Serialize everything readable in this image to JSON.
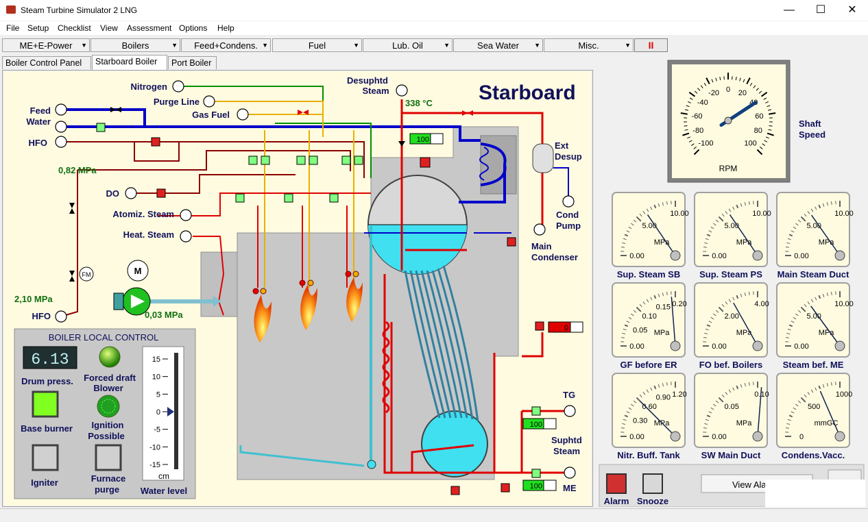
{
  "window": {
    "title": "Steam Turbine Simulator 2 LNG",
    "minimize_glyph": "—",
    "maximize_glyph": "☐",
    "close_glyph": "✕"
  },
  "menu": [
    "File",
    "Setup",
    "Checklist",
    "View",
    "Assessment",
    "Options",
    "Help"
  ],
  "toolbar": {
    "items": [
      "ME+E-Power",
      "Boilers",
      "Feed+Condens.",
      "Fuel",
      "Lub. Oil",
      "Sea Water",
      "Misc."
    ],
    "pause_glyph": "II"
  },
  "tabs": [
    "Boiler Control Panel",
    "Starboard Boiler",
    "Port Boiler"
  ],
  "diagram": {
    "heading": "Starboard",
    "labels": {
      "nitrogen": "Nitrogen",
      "purge_line": "Purge Line",
      "gas_fuel": "Gas Fuel",
      "feed_water": [
        "Feed",
        "Water"
      ],
      "hfo": "HFO",
      "hfo2": "HFO",
      "do": "DO",
      "atomiz_steam": "Atomiz. Steam",
      "heat_steam": "Heat. Steam",
      "desuphtd_steam": [
        "Desuphtd",
        "Steam"
      ],
      "ext_desup": [
        "Ext",
        "Desup"
      ],
      "cond_pump": [
        "Cond",
        "Pump"
      ],
      "main_condenser": [
        "Main",
        "Condenser"
      ],
      "tg": "TG",
      "suphtd_steam": [
        "Suphtd",
        "Steam"
      ],
      "me": "ME",
      "press_1": "0,82 MPa",
      "press_2": "2,10 MPa",
      "press_3": "0,03 MPa",
      "temp": "338 °C",
      "motor": "M",
      "flow_meter": "FM"
    },
    "setpoints": {
      "desup_valve": "100",
      "ext_valve": "0",
      "tg_valve": "100",
      "me_valve": "100"
    }
  },
  "local_control": {
    "title": "BOILER LOCAL CONTROL",
    "drum_display": "6.13",
    "drum_label": "Drum press.",
    "forced_draft_label": [
      "Forced draft",
      "Blower"
    ],
    "base_burner_label": "Base burner",
    "ignition_label": [
      "Ignition",
      "Possible"
    ],
    "igniter_label": "Igniter",
    "furnace_purge_label": [
      "Furnace",
      "purge"
    ],
    "water_level": {
      "label": "Water level",
      "unit": "cm",
      "ticks": [
        "15",
        "10",
        "5",
        "0",
        "-5",
        "-10",
        "-15"
      ],
      "value": 0
    }
  },
  "shaft_gauge": {
    "label": [
      "Shaft",
      "Speed"
    ],
    "unit": "RPM",
    "ticks": [
      "-100",
      "-80",
      "-60",
      "-40",
      "-20",
      "0",
      "20",
      "40",
      "60",
      "80",
      "100"
    ],
    "value": 42
  },
  "gauges": [
    {
      "label": "Sup. Steam SB",
      "unit": "MPa",
      "ticks": [
        "0.00",
        "5.00",
        "10.00"
      ],
      "max": 10,
      "value": 6.2
    },
    {
      "label": "Sup. Steam PS",
      "unit": "MPa",
      "ticks": [
        "0.00",
        "5.00",
        "10.00"
      ],
      "max": 10,
      "value": 6.2
    },
    {
      "label": "Main Steam Duct",
      "unit": "MPa",
      "ticks": [
        "0.00",
        "5.00",
        "10.00"
      ],
      "max": 10,
      "value": 6.1
    },
    {
      "label": "GF before ER",
      "unit": "MPa",
      "ticks": [
        "0.00",
        "0.05",
        "0.10",
        "0.15",
        "0.20"
      ],
      "max": 0.2,
      "value": 0.19
    },
    {
      "label": "FO bef. Boilers",
      "unit": "MPa",
      "ticks": [
        "0.00",
        "2.00",
        "4.00"
      ],
      "max": 4,
      "value": 2.7
    },
    {
      "label": "Steam bef. ME",
      "unit": "MPa",
      "ticks": [
        "0.00",
        "5.00",
        "10.00"
      ],
      "max": 10,
      "value": 6.0
    },
    {
      "label": "Nitr. Buff. Tank",
      "unit": "MPa",
      "ticks": [
        "0.00",
        "0.30",
        "0.60",
        "0.90",
        "1.20"
      ],
      "max": 1.2,
      "value": 0.6
    },
    {
      "label": "SW Main Duct",
      "unit": "MPa",
      "ticks": [
        "0.00",
        "0.05",
        "0.10"
      ],
      "max": 0.1,
      "value": 0.13
    },
    {
      "label": "Condens.Vacc.",
      "unit": "mmGC",
      "ticks": [
        "0",
        "500",
        "1000"
      ],
      "max": 1000,
      "value": 740
    }
  ],
  "alarm": {
    "alarm_label": "Alarm",
    "snooze_label": "Snooze",
    "view_label": "View Ala"
  },
  "colors": {
    "steam": "#e00000",
    "feed_water": "#0000c8",
    "fuel": "#8b0000",
    "gas": "#e8b000",
    "nitrogen": "#009000",
    "water": "#40e0f0",
    "boiler_bg": "#fffbe0",
    "casing": "#c8c8c8"
  }
}
